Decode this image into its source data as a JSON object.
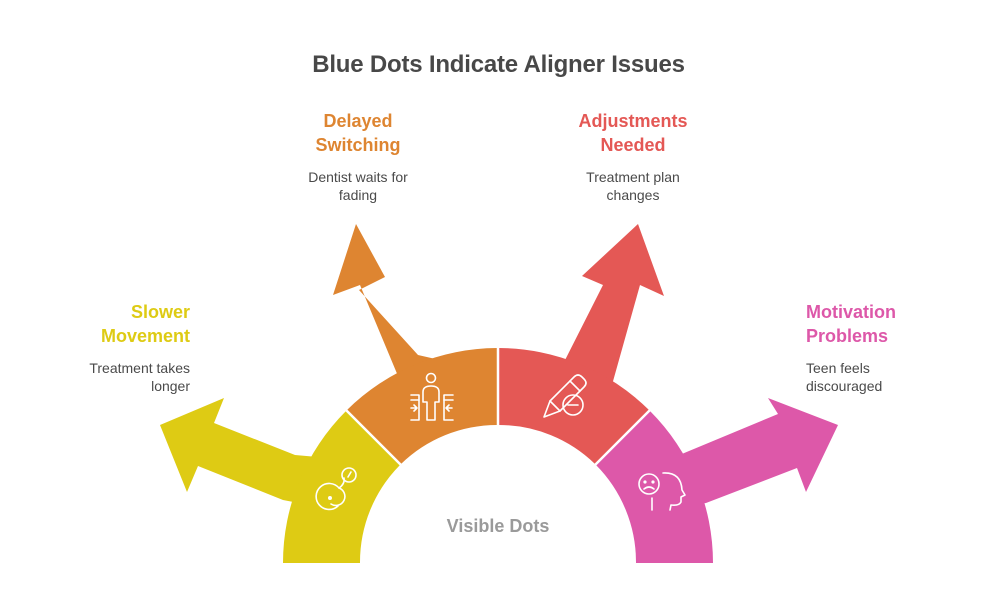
{
  "title": "Blue Dots Indicate Aligner Issues",
  "center_label": "Visible Dots",
  "segments": [
    {
      "id": "slower-movement",
      "heading_line1": "Slower",
      "heading_line2": "Movement",
      "description_line1": "Treatment takes",
      "description_line2": "longer",
      "color": "#DECB14",
      "icon": "snail-icon"
    },
    {
      "id": "delayed-switching",
      "heading_line1": "Delayed",
      "heading_line2": "Switching",
      "description_line1": "Dentist waits for",
      "description_line2": "fading",
      "color": "#DE8531",
      "icon": "person-squeeze-icon"
    },
    {
      "id": "adjustments-needed",
      "heading_line1": "Adjustments",
      "heading_line2": "Needed",
      "description_line1": "Treatment plan",
      "description_line2": "changes",
      "color": "#E45855",
      "icon": "pencil-minus-icon"
    },
    {
      "id": "motivation-problems",
      "heading_line1": "Motivation",
      "heading_line2": "Problems",
      "description_line1": "Teen feels",
      "description_line2": "discouraged",
      "color": "#DD58A9",
      "icon": "sad-head-icon"
    }
  ]
}
